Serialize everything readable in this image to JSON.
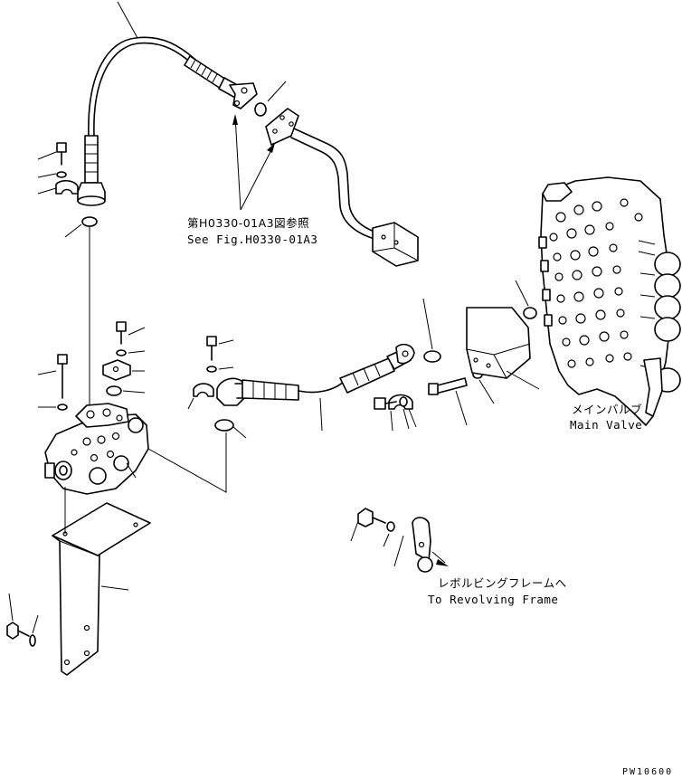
{
  "labels": {
    "ref_jp": "第H0330-01A3図参照",
    "ref_en": "See Fig.H0330-01A3",
    "main_valve_jp": "メインバルブ",
    "main_valve_en": "Main Valve",
    "revolving_jp": "レボルビングフレームへ",
    "revolving_en": "To Revolving Frame",
    "drawing_id": "PW10600"
  },
  "colors": {
    "ink": "#000000",
    "paper": "#ffffff"
  }
}
